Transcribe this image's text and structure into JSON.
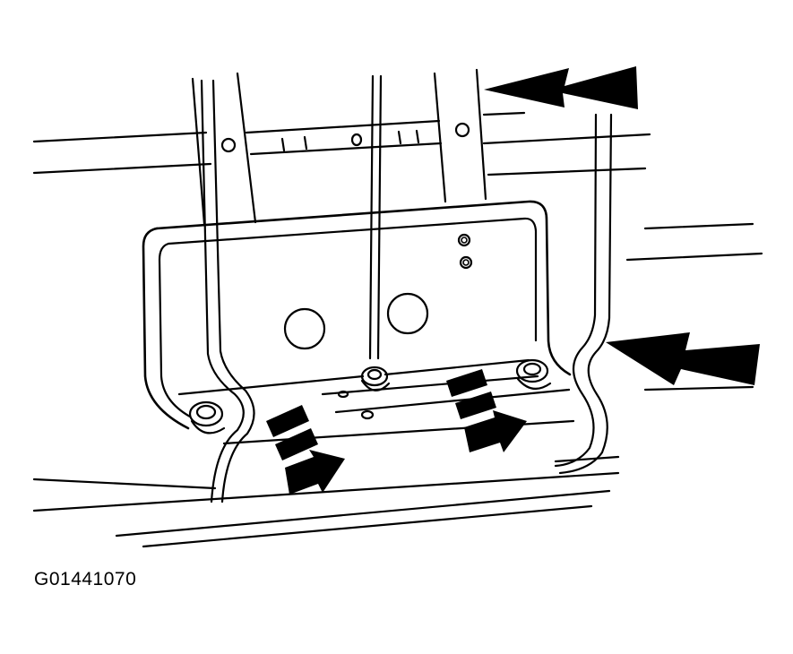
{
  "figure": {
    "id_label": "G01441070"
  },
  "colors": {
    "ink": "#000000",
    "background": "#ffffff"
  },
  "callouts": {
    "large_arrows": [
      "top-right-arrow",
      "right-middle-arrow"
    ],
    "dashed_arrows": [
      "left-dashed-arrow",
      "right-dashed-arrow"
    ]
  }
}
